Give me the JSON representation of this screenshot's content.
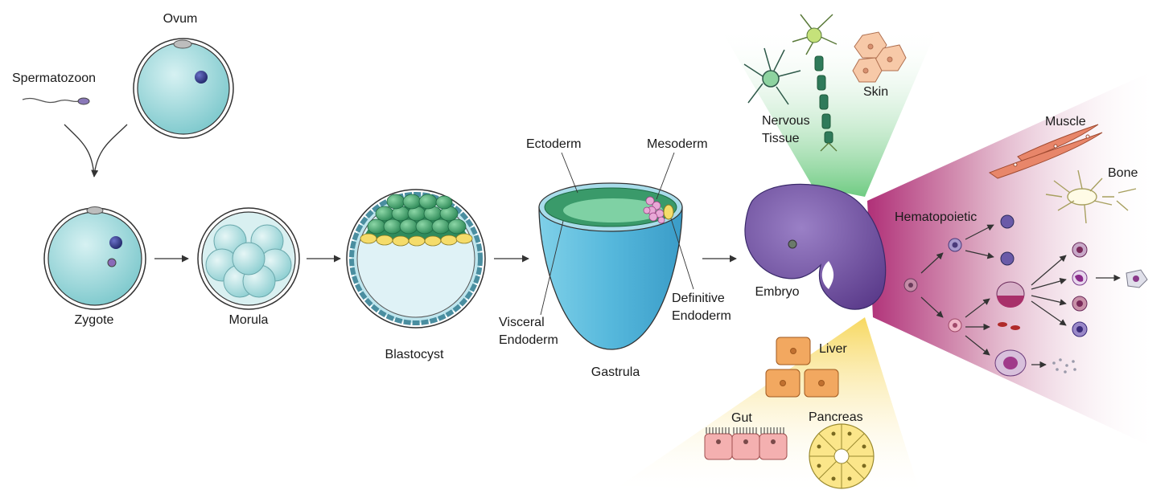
{
  "labels": {
    "ovum": "Ovum",
    "spermatozoon": "Spermatozoon",
    "zygote": "Zygote",
    "morula": "Morula",
    "blastocyst": "Blastocyst",
    "ectoderm": "Ectoderm",
    "mesoderm": "Mesoderm",
    "visceral_endoderm_1": "Visceral",
    "visceral_endoderm_2": "Endoderm",
    "definitive_endoderm_1": "Definitive",
    "definitive_endoderm_2": "Endoderm",
    "gastrula": "Gastrula",
    "embryo": "Embryo",
    "nervous_tissue_1": "Nervous",
    "nervous_tissue_2": "Tissue",
    "skin": "Skin",
    "muscle": "Muscle",
    "bone": "Bone",
    "hematopoietic": "Hematopoietic",
    "liver": "Liver",
    "gut": "Gut",
    "pancreas": "Pancreas"
  },
  "colors": {
    "cell_teal": "#8fd3d6",
    "ectoderm_green": "#3a9a6a",
    "endoderm_yellow": "#f5dc6a",
    "mesoderm_pink": "#d678b8",
    "embryo_purple": "#7a5aa8",
    "ectoderm_fan": "#7fd28f",
    "mesoderm_fan": "#b0307a",
    "endoderm_fan": "#f7dc6a"
  }
}
